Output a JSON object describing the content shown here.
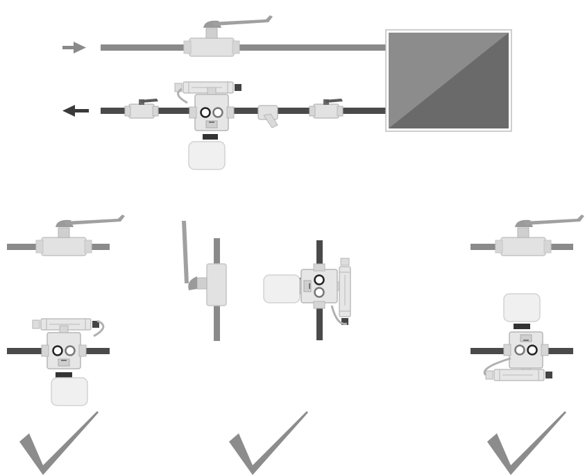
{
  "colors": {
    "background": "#ffffff",
    "supply_pipe": "#8a8a8a",
    "return_pipe": "#4a4a4a",
    "valve_body": "#e2e2e2",
    "valve_outline": "#b5b5b5",
    "handle": "#a8a8a8",
    "dark_part": "#3a3a3a",
    "heat_exchanger_light": "#8c8c8c",
    "heat_exchanger_dark": "#6a6a6a",
    "check_mark": "#8c8c8c"
  },
  "diagram": {
    "top_system": {
      "flow_in_arrow": "arrow-right-icon",
      "flow_out_arrow": "arrow-left-icon",
      "heat_exchanger": "heat-exchanger-icon"
    },
    "installation_options": [
      {
        "id": "left",
        "orientation": "horizontal",
        "actuator": "down",
        "status": "check-mark-icon"
      },
      {
        "id": "middle",
        "orientation": "vertical",
        "actuator": "left",
        "status": "check-mark-icon"
      },
      {
        "id": "right",
        "orientation": "horizontal",
        "actuator": "up",
        "status": "check-mark-icon"
      }
    ]
  }
}
